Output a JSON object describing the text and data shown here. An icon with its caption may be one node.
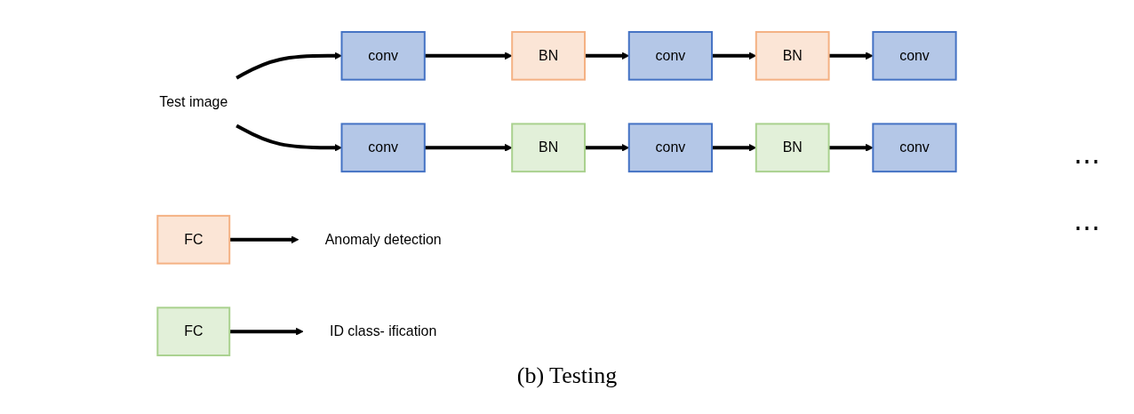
{
  "diagram": {
    "caption": "(b) Testing",
    "nodes": [
      {
        "text": [
          "Test image"
        ]
      },
      {
        "text": [
          "conv"
        ]
      },
      {
        "text": [
          "BN"
        ]
      },
      {
        "text": [
          "conv"
        ]
      },
      {
        "text": [
          "BN"
        ]
      },
      {
        "text": [
          "conv"
        ]
      },
      {
        "text": [
          "FC"
        ]
      },
      {
        "text": [
          "Anomaly detection"
        ]
      },
      {
        "text": [
          "conv"
        ]
      },
      {
        "text": [
          "BN"
        ]
      },
      {
        "text": [
          "conv"
        ]
      },
      {
        "text": [
          "BN"
        ]
      },
      {
        "text": [
          "conv"
        ]
      },
      {
        "text": [
          "FC"
        ]
      },
      {
        "text": [
          "ID class- ification"
        ]
      }
    ],
    "edges": [
      {
        "from": 0,
        "to": 1,
        "arrow": "to"
      },
      {
        "from": 1,
        "to": 2,
        "arrow": "to"
      },
      {
        "from": 2,
        "to": 3,
        "arrow": "to"
      },
      {
        "from": 3,
        "to": 4,
        "arrow": "to"
      },
      {
        "from": 4,
        "to": 5,
        "arrow": "to"
      },
      {
        "from": 6,
        "to": 7,
        "arrow": "to"
      },
      {
        "from": 0,
        "to": 8,
        "arrow": "to"
      },
      {
        "from": 8,
        "to": 9,
        "arrow": "to"
      },
      {
        "from": 9,
        "to": 10,
        "arrow": "to"
      },
      {
        "from": 10,
        "to": 11,
        "arrow": "to"
      },
      {
        "from": 11,
        "to": 12,
        "arrow": "to"
      },
      {
        "from": 13,
        "to": 14,
        "arrow": "to"
      }
    ],
    "labels": [
      "⋯",
      "⋯"
    ]
  }
}
